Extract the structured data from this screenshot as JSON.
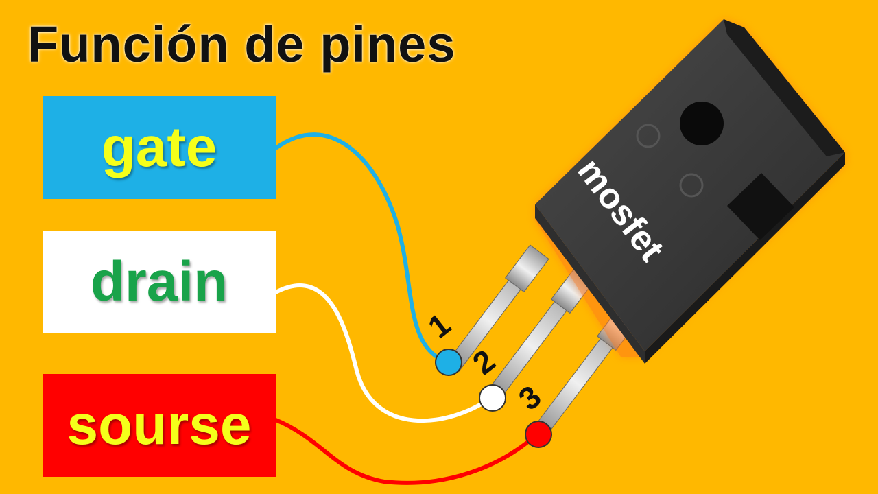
{
  "title": "Función de pines",
  "pins": {
    "gate": "gate",
    "drain": "drain",
    "source": "sourse"
  },
  "component": {
    "label": "mosfet",
    "pin_numbers": [
      "1",
      "2",
      "3"
    ]
  },
  "colors": {
    "background": "#FFB800",
    "gate": "#1EB0E6",
    "drain": "#FFFFFF",
    "source": "#FF0000",
    "gate_text": "#F5FF1A",
    "drain_text": "#19A34A",
    "source_text": "#F5FF1A"
  }
}
